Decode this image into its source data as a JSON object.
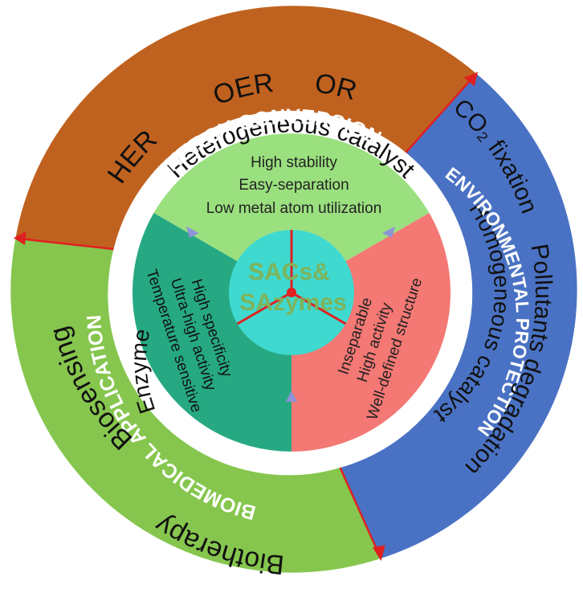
{
  "sections": {
    "energy": {
      "title": "ENERGY CONVERSION",
      "apps": [
        "HER",
        "OER",
        "ORR"
      ],
      "color": "#C0621F"
    },
    "environment": {
      "title": "ENVIRONMENTAL PROTECTION",
      "apps": [
        "CO₂ fixation",
        "Pollutants degradation"
      ],
      "color": "#4A72C4"
    },
    "biomedical": {
      "title": "BIOMEDICAL APPLICATION",
      "apps": [
        "Biosensing",
        "Biotherapy"
      ],
      "color": "#86C64E"
    }
  },
  "ring_labels": {
    "heterogeneous": "Heterogeneous catalyst",
    "homogeneous": "Homogeneous catalyst",
    "enzyme": "Enzyme"
  },
  "inner": {
    "top": [
      "High stability",
      "Easy-separation",
      "Low metal atom utilization"
    ],
    "left": [
      "High specificity",
      "Ultra-high activity",
      "Temperature sensitive"
    ],
    "right": [
      "Inseparable",
      "High activity",
      "Well-defined structure"
    ],
    "colors": {
      "top": "#9BE07F",
      "left": "#26A982",
      "right": "#F47874"
    }
  },
  "center": {
    "line1": "SACs&",
    "line2": "SAzymes",
    "color": "#3FD9D0",
    "text_color": "#7FB35A"
  }
}
